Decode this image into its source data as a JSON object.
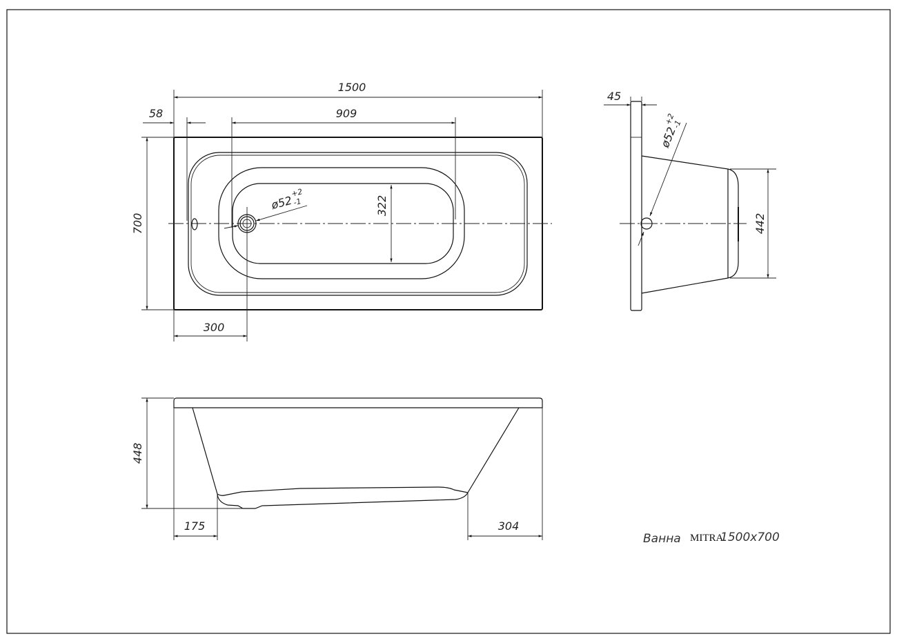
{
  "drawing": {
    "title": {
      "prefix": "Ванна",
      "model": "MITRA",
      "size": "1500x700"
    },
    "top_view": {
      "length": "1500",
      "rim_offset": "58",
      "basin_length": "909",
      "width": "700",
      "basin_width": "322",
      "drain_offset": "300",
      "drain_diameter": "ø52",
      "drain_tol_plus": "+2",
      "drain_tol_minus": "-1"
    },
    "side_view": {
      "rim_thickness": "45",
      "drain_diameter": "ø52",
      "drain_tol_plus": "+2",
      "drain_tol_minus": "-1",
      "bottom_width": "442"
    },
    "front_view": {
      "height": "448",
      "left_offset": "175",
      "right_offset": "304"
    }
  }
}
